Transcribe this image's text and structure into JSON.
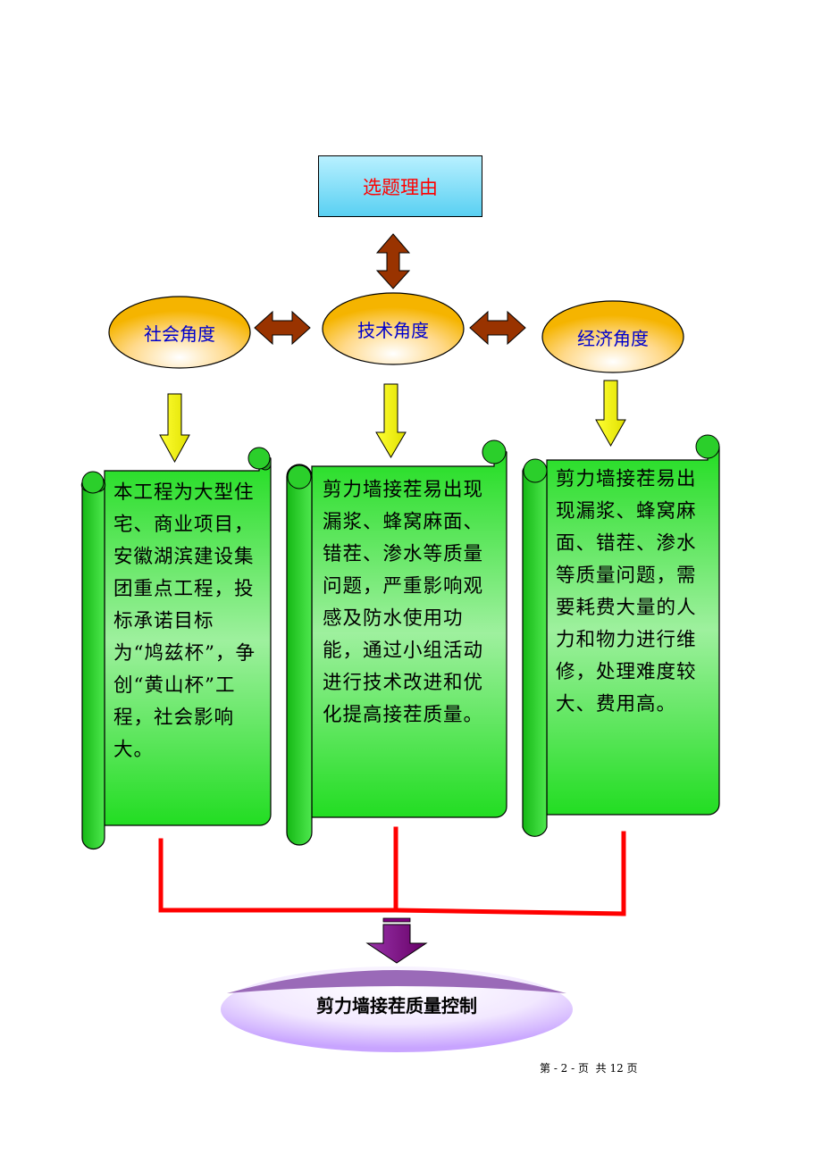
{
  "top": {
    "label": "选题理由"
  },
  "angles": [
    {
      "label": "社会角度"
    },
    {
      "label": "技术角度"
    },
    {
      "label": "经济角度"
    }
  ],
  "scrolls": [
    {
      "text": "本工程为大型住宅、商业项目，安徽湖滨建设集团重点工程，投标承诺目标为“鸠兹杯”，争创“黄山杯”工程，社会影响大。"
    },
    {
      "text": "剪力墙接茬易出现漏浆、蜂窝麻面、错茬、渗水等质量问题，严重影响观感及防水使用功能，通过小组活动进行技术改进和优化提高接茬质量。"
    },
    {
      "text": "剪力墙接茬易出现漏浆、蜂窝麻面、错茬、渗水等质量问题，需要耗费大量的人力和物力进行维修，处理难度较大、费用高。"
    }
  ],
  "result": {
    "label": "剪力墙接茬质量控制"
  },
  "footer": {
    "text": "第 - 2 - 页  共 12 页"
  },
  "colors": {
    "top_text": "#ff0000",
    "angle_text": "#0000cc",
    "double_arrow": "#993300",
    "down_arrow": "#ffff00",
    "scroll_fill": "#33dd33",
    "connector": "#ff0000",
    "result_arrow": "#800080",
    "result_ellipse": "#c9a8ff"
  }
}
